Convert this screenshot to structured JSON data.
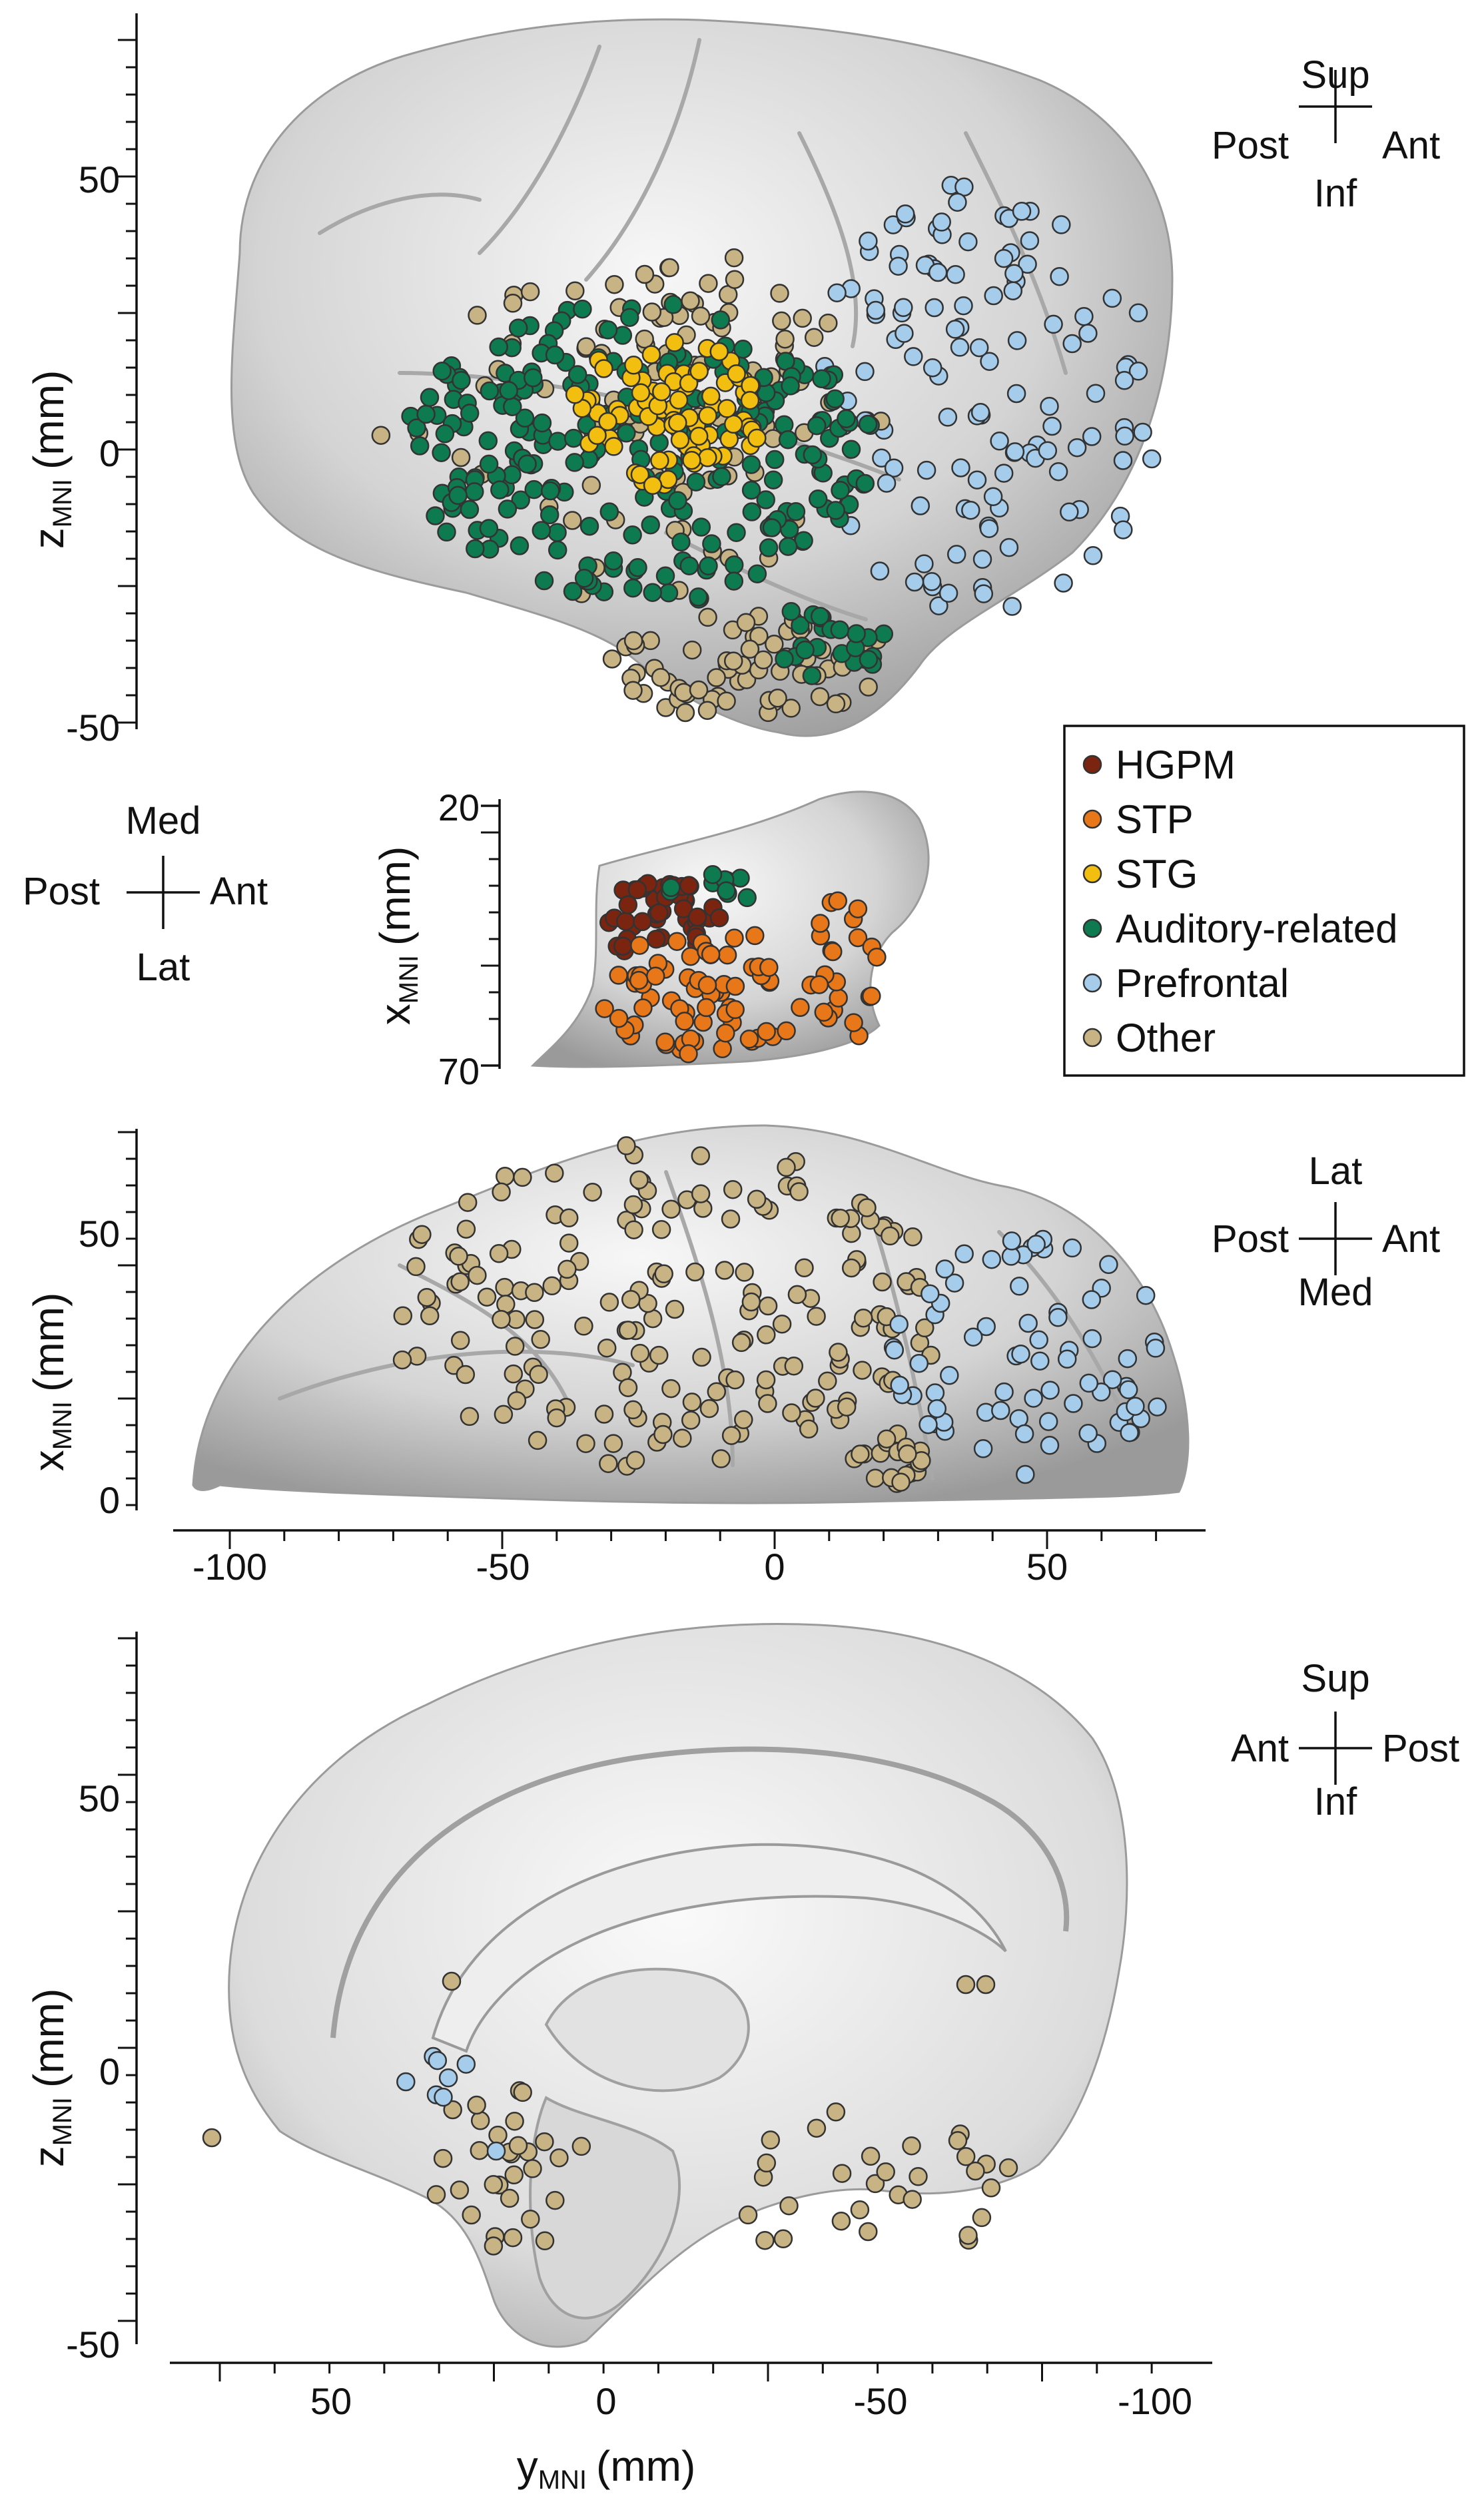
{
  "colors": {
    "HGPM": "#7b2410",
    "STP": "#e8771a",
    "STG": "#f2bf10",
    "Auditory-related": "#0e7a50",
    "Prefrontal": "#a6ccec",
    "Other": "#c8b384",
    "brain": "#d6d6d6"
  },
  "legend": {
    "items": [
      "HGPM",
      "STP",
      "STG",
      "Auditory-related",
      "Prefrontal",
      "Other"
    ]
  },
  "panels": {
    "lateral": {
      "ylabel_main": "z",
      "ylabel_sub": "MNI",
      "ylabel_unit": "(mm)",
      "yticks": [
        "50",
        "0",
        "-50"
      ],
      "orient": {
        "top": "Sup",
        "left": "Post",
        "right": "Ant",
        "bottom": "Inf"
      }
    },
    "stp": {
      "ylabel_main": "x",
      "ylabel_sub": "MNI",
      "ylabel_unit": "(mm)",
      "yticks": [
        "20",
        "70"
      ],
      "orient": {
        "top": "Med",
        "left": "Post",
        "right": "Ant",
        "bottom": "Lat"
      }
    },
    "superior": {
      "ylabel_main": "x",
      "ylabel_sub": "MNI",
      "ylabel_unit": "(mm)",
      "yticks": [
        "50",
        "0"
      ],
      "xticks": [
        "-100",
        "-50",
        "0",
        "50"
      ],
      "orient": {
        "top": "Lat",
        "left": "Post",
        "right": "Ant",
        "bottom": "Med"
      }
    },
    "medial": {
      "ylabel_main": "z",
      "ylabel_sub": "MNI",
      "ylabel_unit": "(mm)",
      "yticks": [
        "50",
        "0",
        "-50"
      ],
      "xticks": [
        "50",
        "0",
        "-50",
        "-100"
      ],
      "xlabel_main": "y",
      "xlabel_sub": "MNI",
      "xlabel_unit": "(mm)",
      "orient": {
        "top": "Sup",
        "left": "Ant",
        "right": "Post",
        "bottom": "Inf"
      }
    }
  }
}
